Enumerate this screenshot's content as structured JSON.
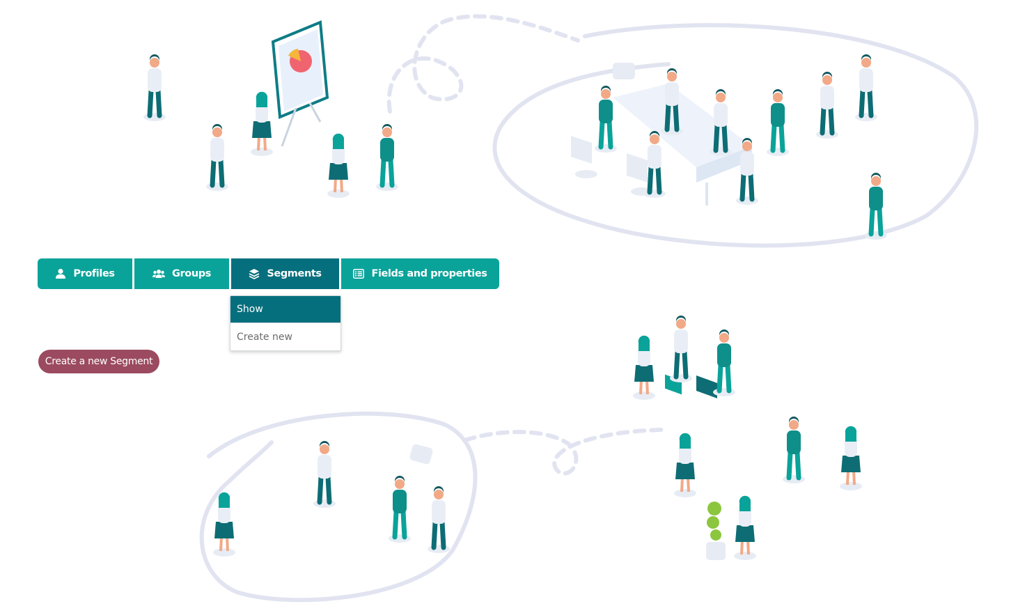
{
  "nav": {
    "tabs": [
      {
        "label": "Profiles",
        "icon": "user-icon",
        "active": false
      },
      {
        "label": "Groups",
        "icon": "users-icon",
        "active": false
      },
      {
        "label": "Segments",
        "icon": "layers-icon",
        "active": true
      },
      {
        "label": "Fields and properties",
        "icon": "list-icon",
        "active": false
      }
    ]
  },
  "segments_menu": {
    "items": [
      {
        "label": "Show",
        "selected": true
      },
      {
        "label": "Create new",
        "selected": false
      }
    ]
  },
  "actions": {
    "create_segment_label": "Create a new Segment"
  },
  "colors": {
    "teal": "#0aa39a",
    "teal_dark": "#066f7d",
    "accent": "#9b4a5f",
    "line": "#e1e4f0"
  }
}
